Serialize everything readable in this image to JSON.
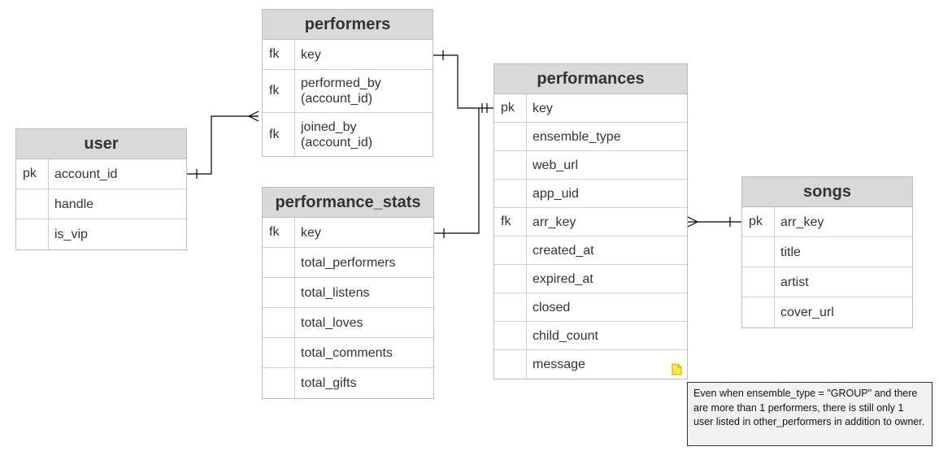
{
  "tables": {
    "user": {
      "name": "user",
      "rows": [
        {
          "key": "pk",
          "field": "account_id"
        },
        {
          "key": "",
          "field": "handle"
        },
        {
          "key": "",
          "field": "is_vip"
        }
      ]
    },
    "performers": {
      "name": "performers",
      "rows": [
        {
          "key": "fk",
          "field": "key"
        },
        {
          "key": "fk",
          "field": "performed_by\n(account_id)"
        },
        {
          "key": "fk",
          "field": "joined_by\n(account_id)"
        }
      ]
    },
    "performance_stats": {
      "name": "performance_stats",
      "rows": [
        {
          "key": "fk",
          "field": "key"
        },
        {
          "key": "",
          "field": "total_performers"
        },
        {
          "key": "",
          "field": "total_listens"
        },
        {
          "key": "",
          "field": "total_loves"
        },
        {
          "key": "",
          "field": "total_comments"
        },
        {
          "key": "",
          "field": "total_gifts"
        }
      ]
    },
    "performances": {
      "name": "performances",
      "rows": [
        {
          "key": "pk",
          "field": "key"
        },
        {
          "key": "",
          "field": "ensemble_type"
        },
        {
          "key": "",
          "field": "web_url"
        },
        {
          "key": "",
          "field": "app_uid"
        },
        {
          "key": "fk",
          "field": "arr_key"
        },
        {
          "key": "",
          "field": "created_at"
        },
        {
          "key": "",
          "field": "expired_at"
        },
        {
          "key": "",
          "field": "closed"
        },
        {
          "key": "",
          "field": "child_count"
        },
        {
          "key": "",
          "field": "message"
        }
      ]
    },
    "songs": {
      "name": "songs",
      "rows": [
        {
          "key": "pk",
          "field": "arr_key"
        },
        {
          "key": "",
          "field": "title"
        },
        {
          "key": "",
          "field": "artist"
        },
        {
          "key": "",
          "field": "cover_url"
        }
      ]
    }
  },
  "note": {
    "text": "Even when ensemble_type = \"GROUP\" and there are more than 1 performers, there is still only 1 user listed in other_performers in addition to owner.",
    "icon": "note-icon",
    "color": "#ffeb3b"
  },
  "colors": {
    "header_bg": "#d9d9d9",
    "border": "#bdbdbd",
    "line": "#000000"
  }
}
